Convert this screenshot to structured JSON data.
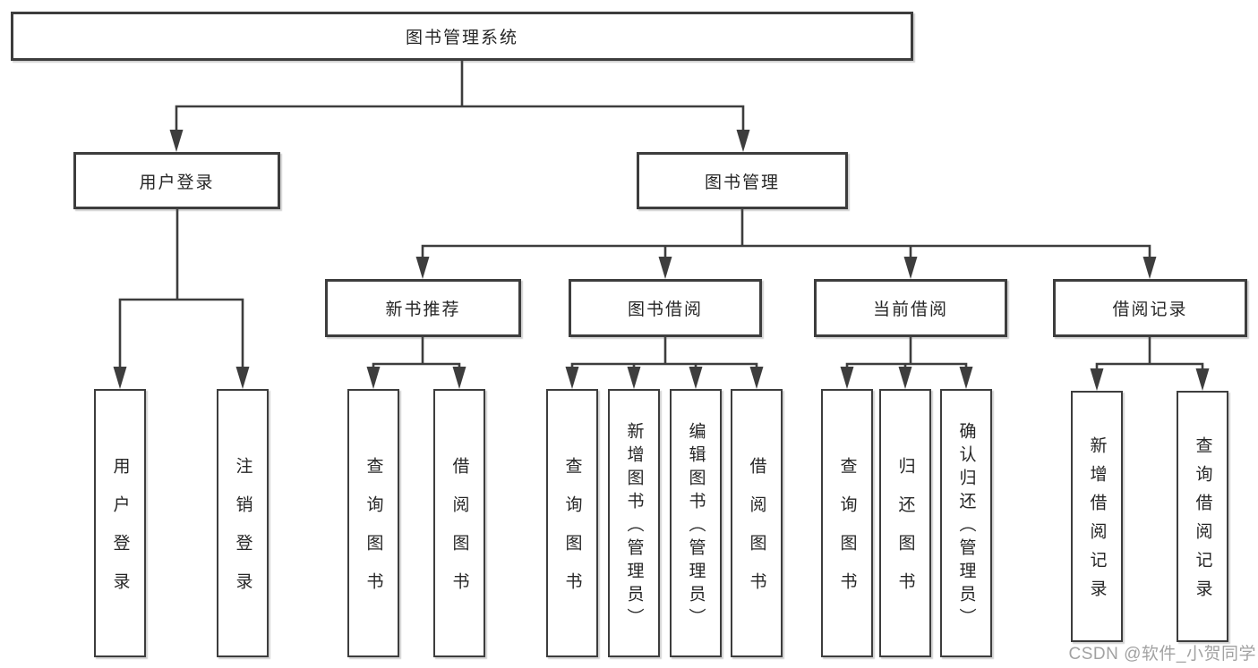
{
  "colors": {
    "background": "#ffffff",
    "line": "#3d3d3d",
    "box_border": "#3d3d3d",
    "box_fill": "#ffffff",
    "text": "#262626",
    "watermark": "#9a9a9a"
  },
  "watermark": {
    "text": "CSDN @软件_小贺同学"
  },
  "tree": {
    "root": {
      "label": "图书管理系统"
    },
    "branches": {
      "user_login": {
        "label": "用户登录",
        "children": {
          "login": {
            "label": "用户登录"
          },
          "logout": {
            "label": "注销登录"
          }
        }
      },
      "book_mgmt": {
        "label": "图书管理",
        "children": {
          "new_book_rec": {
            "label": "新书推荐",
            "children": {
              "query_book": {
                "label": "查询图书"
              },
              "borrow_book": {
                "label": "借阅图书"
              }
            }
          },
          "book_borrow": {
            "label": "图书借阅",
            "children": {
              "query_book": {
                "label": "查询图书"
              },
              "add_book": {
                "label": "新增图书（管理员）"
              },
              "edit_book": {
                "label": "编辑图书（管理员）"
              },
              "borrow_book": {
                "label": "借阅图书"
              }
            }
          },
          "current_borrow": {
            "label": "当前借阅",
            "children": {
              "query_book": {
                "label": "查询图书"
              },
              "return_book": {
                "label": "归还图书"
              },
              "confirm_return": {
                "label": "确认归还（管理员）"
              }
            }
          },
          "borrow_record": {
            "label": "借阅记录",
            "children": {
              "add_record": {
                "label": "新增借阅记录"
              },
              "query_record": {
                "label": "查询借阅记录"
              }
            }
          }
        }
      }
    }
  }
}
